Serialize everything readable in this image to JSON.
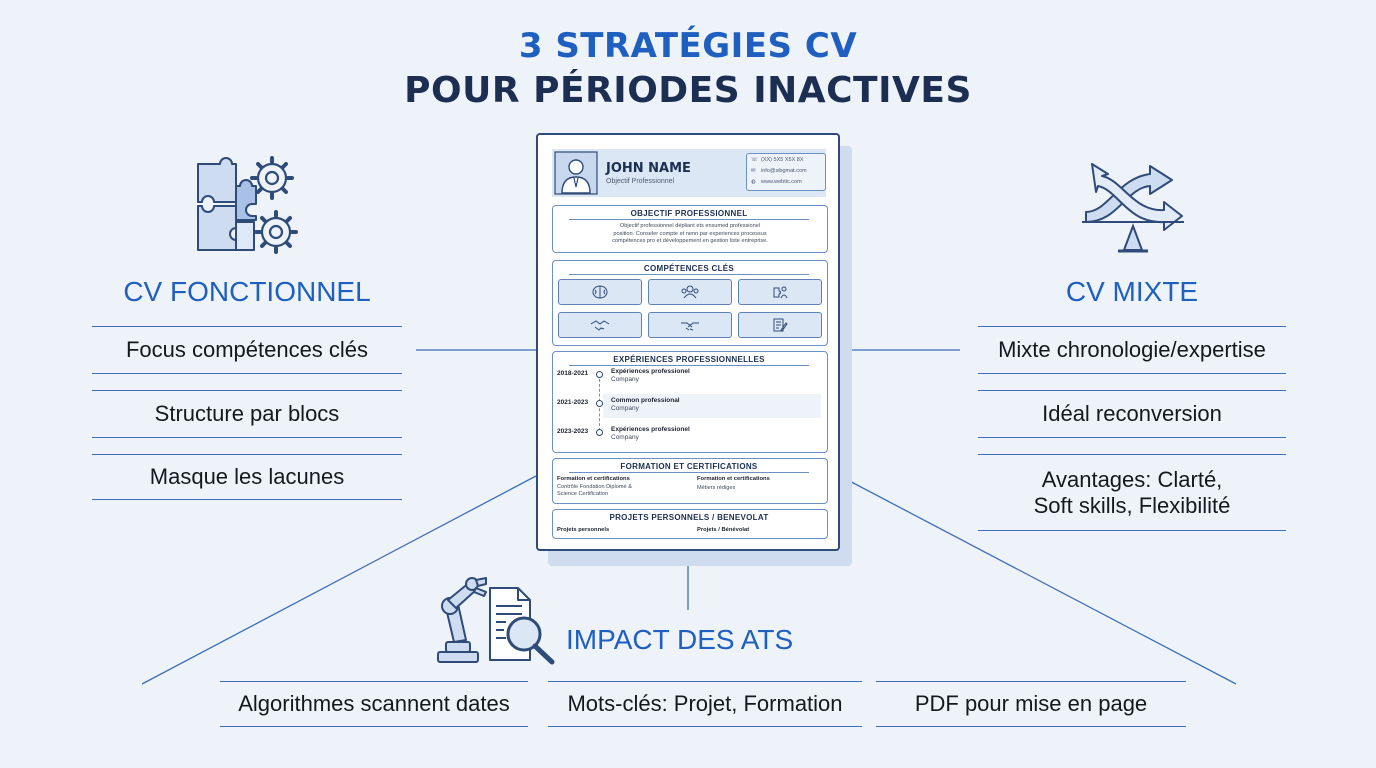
{
  "title": {
    "line1": "3 STRATÉGIES CV",
    "line2": "POUR PÉRIODES INACTIVES"
  },
  "left": {
    "icon": "puzzle-gears-icon",
    "heading": "CV FONCTIONNEL",
    "items": [
      "Focus compétences clés",
      "Structure par blocs",
      "Masque les lacunes"
    ]
  },
  "right": {
    "icon": "crossing-arrows-balance-icon",
    "heading": "CV MIXTE",
    "items": [
      "Mixte chronologie/expertise",
      "Idéal reconversion",
      "Avantages: Clarté,",
      "Soft skills, Flexibilité"
    ]
  },
  "bottom": {
    "icon": "robot-arm-document-scan-icon",
    "heading": "IMPACT DES ATS",
    "items": [
      "Algorithmes scannent dates",
      "Mots-clés: Projet, Formation",
      "PDF pour mise en page"
    ]
  },
  "cv": {
    "name": "JOHN NAME",
    "subtitle": "Objectif Professionnel",
    "contact": [
      "(XX) 5X5 X5X 8X",
      "info@sibgmat.com",
      "www.webtic.com"
    ],
    "objective": {
      "title": "OBJECTIF PROFESSIONNEL",
      "lines": [
        "Objectif professionnel dépliant ets ensumed professionel",
        "position. Conseler compte et nenn par experiences processus",
        "compétences pro et développement en gestion liste entreprise."
      ]
    },
    "skills": {
      "title": "COMPÉTENCES CLÉS",
      "tiles": [
        "brain-icon",
        "team-icon",
        "puzzle-person-icon",
        "handshake-icon",
        "handshake-alt-icon",
        "document-edit-icon"
      ]
    },
    "experience": {
      "title": "EXPÉRIENCES PROFESSIONNELLES",
      "entries": [
        {
          "dates": "2018-2021",
          "role": "Expériences professionel",
          "company": "Company"
        },
        {
          "dates": "2021-2023",
          "role": "Common professional",
          "company": "Company"
        },
        {
          "dates": "2023-2023",
          "role": "Expériences professionel",
          "company": "Company"
        }
      ]
    },
    "formation": {
      "title": "FORMATION ET CERTIFICATIONS",
      "col1_title": "Formation et certifications",
      "col1_lines": [
        "Contrôle Fondation Diplomé &",
        "Science Certification"
      ],
      "col2_title": "Formation et certifications",
      "col2_lines": [
        "Métiers rédiges"
      ]
    },
    "projects": {
      "title": "PROJETS PERSONNELS / BENEVOLAT",
      "col1": "Projets personnels",
      "col2": "Projets / Bénévolat"
    }
  },
  "colors": {
    "accent": "#1f5fbf",
    "dark": "#1c2f52",
    "rule": "#3d6fb6",
    "background": "#eef3fa"
  }
}
